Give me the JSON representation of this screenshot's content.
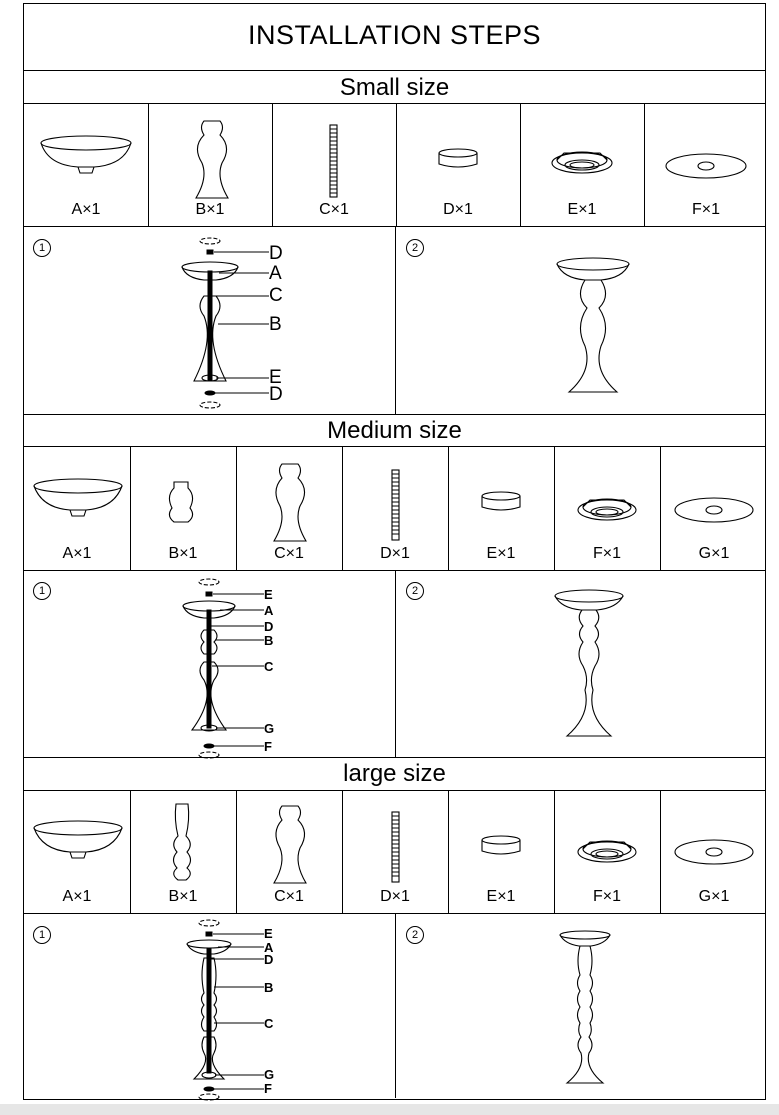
{
  "title": "INSTALLATION  STEPS",
  "sections": {
    "small": {
      "heading": "Small size",
      "parts": [
        "A×1",
        "B×1",
        "C×1",
        "D×1",
        "E×1",
        "F×1"
      ],
      "step1_letters": [
        "D",
        "A",
        "C",
        "B",
        "E",
        "D"
      ],
      "step1_num": "1",
      "step2_num": "2"
    },
    "medium": {
      "heading": "Medium size",
      "parts": [
        "A×1",
        "B×1",
        "C×1",
        "D×1",
        "E×1",
        "F×1",
        "G×1"
      ],
      "step1_letters": [
        "E",
        "A",
        "D",
        "B",
        "C",
        "G",
        "F"
      ],
      "step1_num": "1",
      "step2_num": "2"
    },
    "large": {
      "heading": "large size",
      "parts": [
        "A×1",
        "B×1",
        "C×1",
        "D×1",
        "E×1",
        "F×1",
        "G×1"
      ],
      "step1_letters": [
        "E",
        "A",
        "D",
        "B",
        "C",
        "G",
        "F"
      ],
      "step1_num": "1",
      "step2_num": "2"
    }
  }
}
